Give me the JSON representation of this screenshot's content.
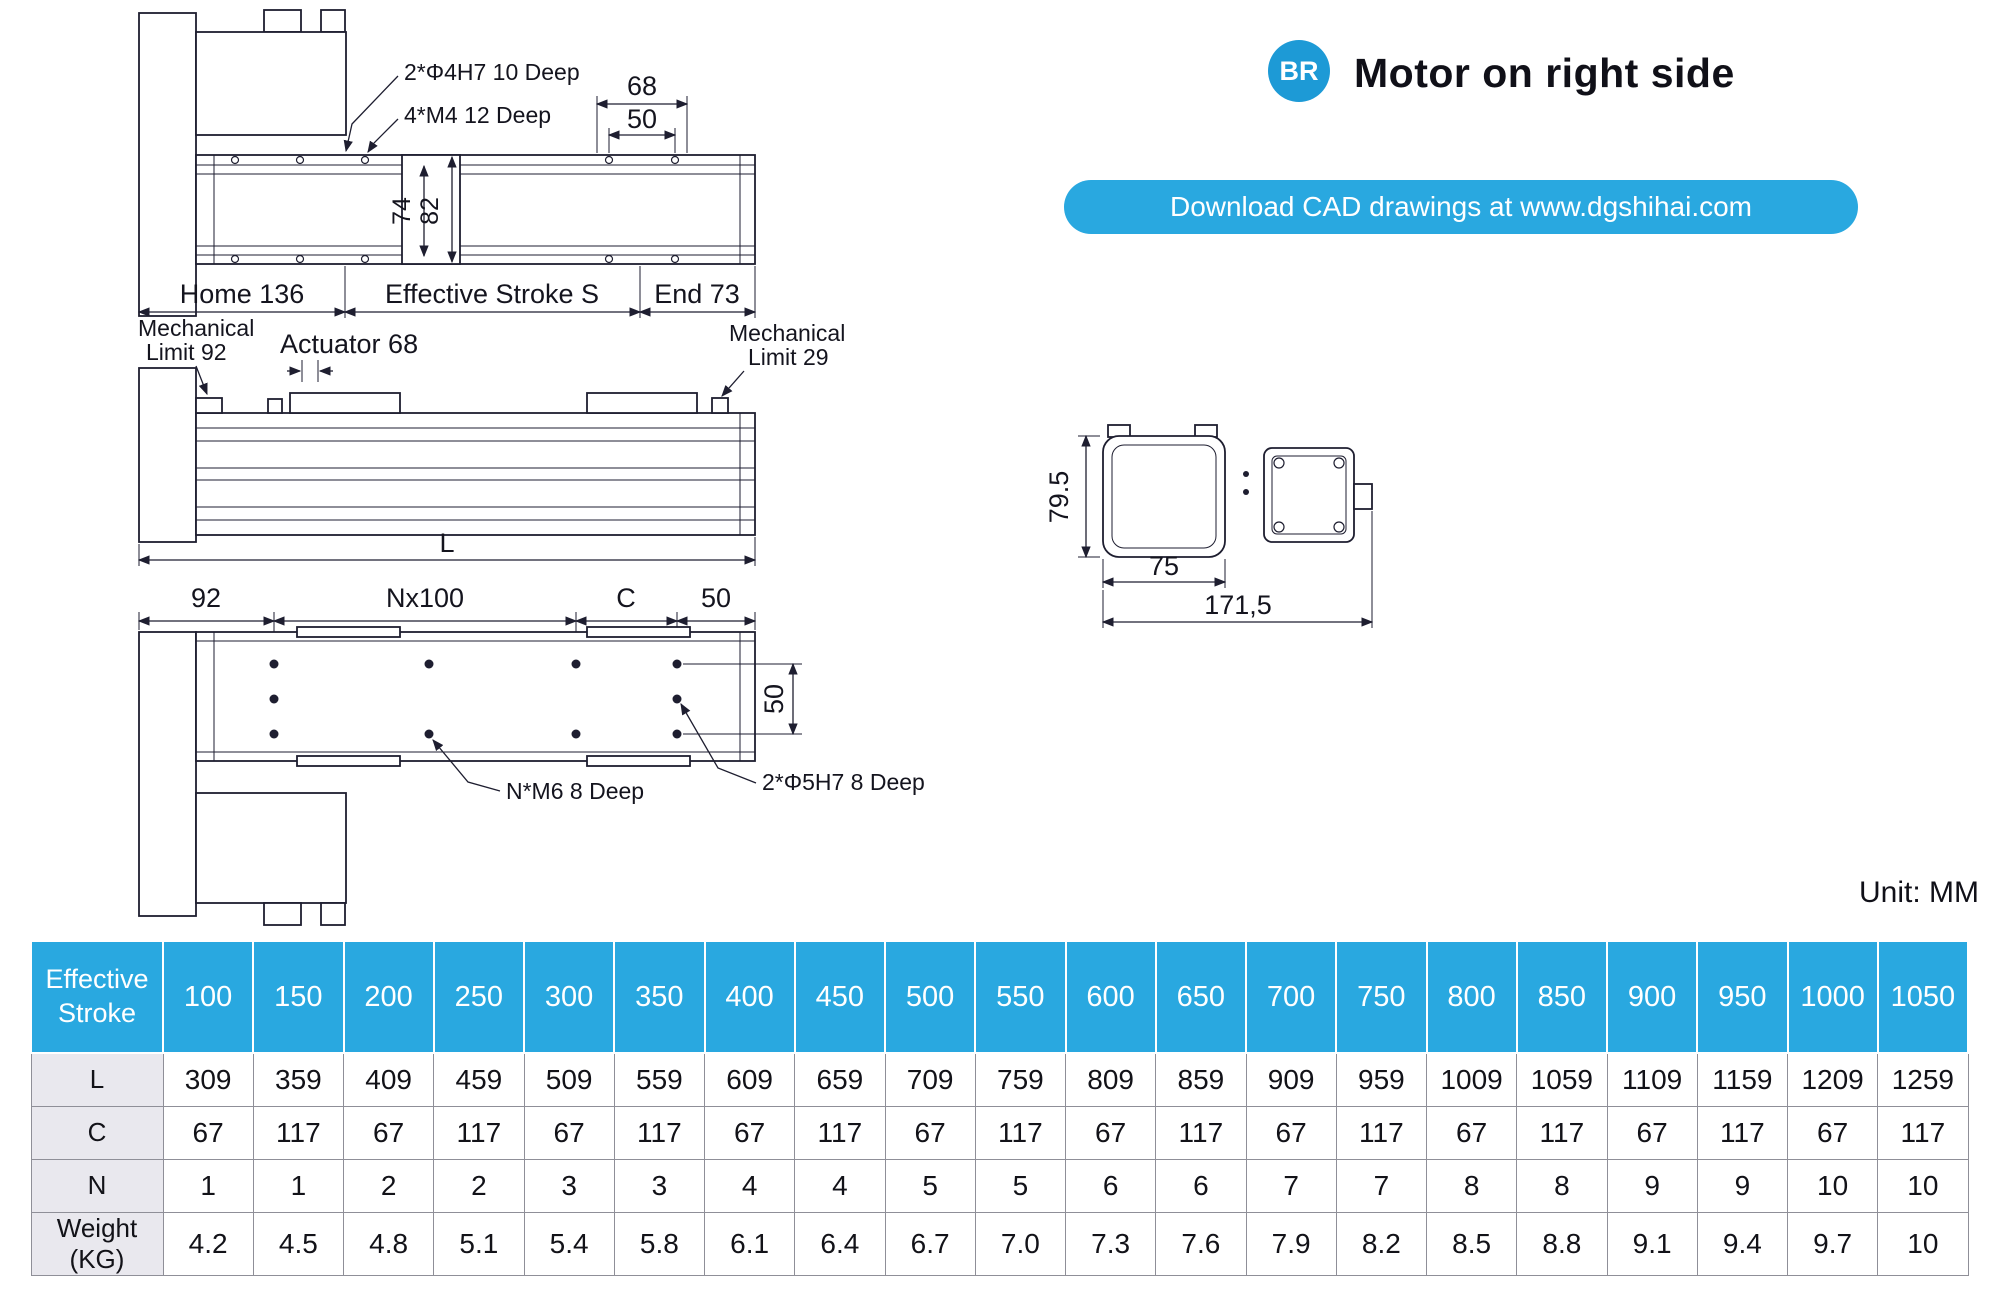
{
  "colors": {
    "accent": "#29a8e0",
    "badge": "#1d9ad6",
    "line": "#1e1e30"
  },
  "header": {
    "badge": "BR",
    "title": "Motor on right side",
    "banner": "Download CAD drawings at www.dgshihai.com"
  },
  "drawings": {
    "unit": "Unit: MM",
    "side_top": {
      "ann_phi4": "2*Φ4H7 10 Deep",
      "ann_m4": "4*M4 12 Deep",
      "dim_68": "68",
      "dim_50": "50",
      "dim_74": "74",
      "dim_82": "82",
      "dim_home": "Home 136",
      "dim_stroke": "Effective Stroke S",
      "dim_end": "End 73"
    },
    "side_front": {
      "mech_left_1": "Mechanical",
      "mech_left_2": "Limit 92",
      "actuator": "Actuator 68",
      "mech_right_1": "Mechanical",
      "mech_right_2": "Limit 29",
      "dim_length": "L"
    },
    "top_view": {
      "dim_92": "92",
      "dim_nx100": "Nx100",
      "dim_c": "C",
      "dim_50": "50",
      "dim_50_rows": "50",
      "ann_m6": "N*M6 8 Deep",
      "ann_phi5": "2*Φ5H7 8 Deep"
    },
    "end_view": {
      "dim_height": "79.5",
      "dim_width": "75",
      "dim_total": "171,5"
    }
  },
  "table": {
    "header_label": "Effective Stroke",
    "strokes": [
      "100",
      "150",
      "200",
      "250",
      "300",
      "350",
      "400",
      "450",
      "500",
      "550",
      "600",
      "650",
      "700",
      "750",
      "800",
      "850",
      "900",
      "950",
      "1000",
      "1050"
    ],
    "rows": [
      {
        "key": "L",
        "label": "L",
        "values": [
          "309",
          "359",
          "409",
          "459",
          "509",
          "559",
          "609",
          "659",
          "709",
          "759",
          "809",
          "859",
          "909",
          "959",
          "1009",
          "1059",
          "1109",
          "1159",
          "1209",
          "1259"
        ]
      },
      {
        "key": "C",
        "label": "C",
        "values": [
          "67",
          "117",
          "67",
          "117",
          "67",
          "117",
          "67",
          "117",
          "67",
          "117",
          "67",
          "117",
          "67",
          "117",
          "67",
          "117",
          "67",
          "117",
          " 67",
          "117"
        ]
      },
      {
        "key": "N",
        "label": "N",
        "values": [
          "1",
          "1",
          "2",
          "2",
          "3",
          "3",
          "4",
          "4",
          "5",
          "5",
          "6",
          "6",
          "7",
          "7",
          "8",
          "8",
          "9",
          "9",
          "10",
          "10"
        ]
      },
      {
        "key": "weight",
        "label": "Weight (KG)",
        "values": [
          "4.2",
          "4.5",
          "4.8",
          "5.1",
          "5.4",
          "5.8",
          "6.1",
          "6.4",
          "6.7",
          "7.0",
          "7.3",
          "7.6",
          "7.9",
          "8.2",
          "8.5",
          "8.8",
          "9.1",
          "9.4",
          "9.7",
          "10"
        ]
      }
    ]
  }
}
